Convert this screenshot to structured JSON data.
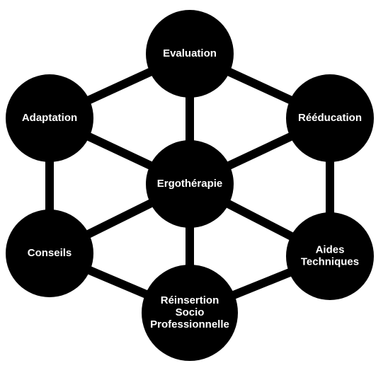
{
  "diagram": {
    "center": {
      "id": "ergotherapie",
      "lines": [
        "Ergothérapie"
      ]
    },
    "nodes": [
      {
        "id": "evaluation",
        "lines": [
          "Evaluation"
        ]
      },
      {
        "id": "reeducation",
        "lines": [
          "Rééducation"
        ]
      },
      {
        "id": "aides-techniques",
        "lines": [
          "Aides",
          "Techniques"
        ]
      },
      {
        "id": "reinsertion",
        "lines": [
          "Réinsertion",
          "Socio",
          "Professionnelle"
        ]
      },
      {
        "id": "conseils",
        "lines": [
          "Conseils"
        ]
      },
      {
        "id": "adaptation",
        "lines": [
          "Adaptation"
        ]
      }
    ],
    "edges": [
      [
        "ergotherapie",
        "evaluation"
      ],
      [
        "ergotherapie",
        "reeducation"
      ],
      [
        "ergotherapie",
        "aides-techniques"
      ],
      [
        "ergotherapie",
        "reinsertion"
      ],
      [
        "ergotherapie",
        "conseils"
      ],
      [
        "ergotherapie",
        "adaptation"
      ],
      [
        "evaluation",
        "reeducation"
      ],
      [
        "reeducation",
        "aides-techniques"
      ],
      [
        "aides-techniques",
        "reinsertion"
      ],
      [
        "reinsertion",
        "conseils"
      ],
      [
        "conseils",
        "adaptation"
      ],
      [
        "adaptation",
        "evaluation"
      ]
    ],
    "colors": {
      "node_fill": "#000000",
      "label": "#ffffff",
      "edge": "#000000",
      "background": "#ffffff"
    }
  }
}
